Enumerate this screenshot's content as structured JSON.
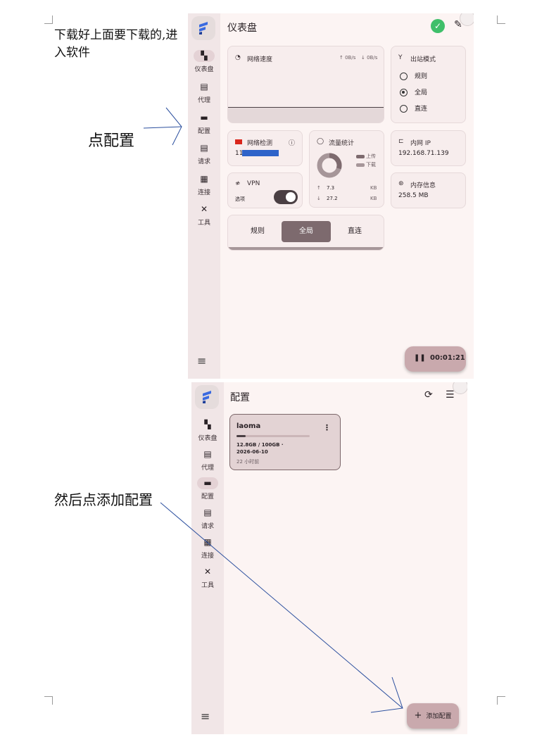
{
  "doc": {
    "intro_text": "下载好上面要下载的,进入软件",
    "step2_text": "点配置",
    "step3_text": "然后点添加配置"
  },
  "colors": {
    "accent": "#7d6a6e",
    "button_fill": "#c9a9ad",
    "status_ok": "#3fbf6a",
    "annotation_line": "#2b4f9e",
    "redaction": "#2e63c9"
  },
  "sidebar": {
    "items": [
      {
        "label": "仪表盘",
        "icon": "dashboard-icon"
      },
      {
        "label": "代理",
        "icon": "proxy-icon"
      },
      {
        "label": "配置",
        "icon": "folder-icon"
      },
      {
        "label": "请求",
        "icon": "request-icon"
      },
      {
        "label": "连接",
        "icon": "connection-icon"
      },
      {
        "label": "工具",
        "icon": "tools-icon"
      }
    ]
  },
  "dashboard": {
    "title": "仪表盘",
    "network_speed": {
      "label": "网络速度",
      "up": "↑ 0B/s",
      "down": "↓ 0B/s"
    },
    "outbound_mode": {
      "label": "出站模式",
      "options": [
        "规则",
        "全局",
        "直连"
      ],
      "selected": "全局"
    },
    "network_check": {
      "label": "网络检测",
      "value_prefix": "11"
    },
    "traffic": {
      "label": "流量统计",
      "upload_label": "上传",
      "download_label": "下载",
      "up_value": "7.3",
      "up_unit": "KB",
      "down_value": "27.2",
      "down_unit": "KB"
    },
    "lan_ip": {
      "label": "内网 IP",
      "value": "192.168.71.139"
    },
    "vpn": {
      "label": "VPN",
      "option_label": "选项",
      "enabled": true
    },
    "memory": {
      "label": "内存信息",
      "value": "258.5  MB"
    },
    "segments": [
      "规则",
      "全局",
      "直连"
    ],
    "segment_selected": "全局",
    "timer": "00:01:21"
  },
  "profiles": {
    "title": "配置",
    "card": {
      "name": "laoma",
      "usage": "12.8GB / 100GB ·",
      "expiry": "2026-06-10",
      "updated": "22 小时前",
      "usage_fraction": 0.128
    },
    "add_button": "添加配置"
  }
}
